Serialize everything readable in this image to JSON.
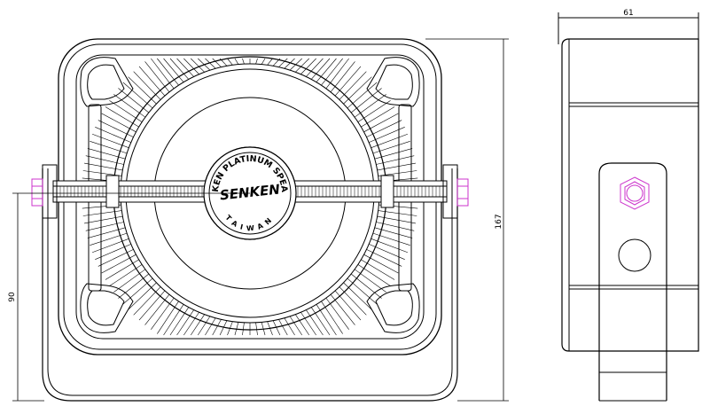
{
  "dimensions": {
    "side_width": "61",
    "total_height": "167",
    "mount_height": "90"
  },
  "logo": {
    "brand": "SENKEN",
    "ring_text": "SENKEN PLATINUM SPEAKER",
    "ring_lower": "TAIWAN"
  },
  "colors": {
    "line": "#000000",
    "bolt": "#cc33cc",
    "background": "#ffffff"
  }
}
